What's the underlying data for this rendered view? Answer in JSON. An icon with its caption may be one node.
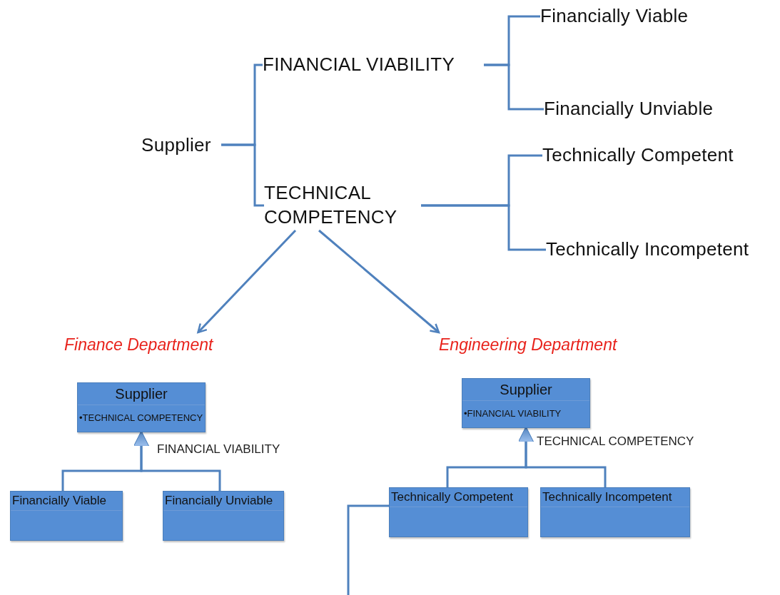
{
  "diagram": {
    "nodes": [
      {
        "text": [
          "Supplier"
        ]
      },
      {
        "text": [
          "FINANCIAL VIABILITY"
        ]
      },
      {
        "text": [
          "TECHNICAL COMPETENCY"
        ]
      },
      {
        "text": [
          "Financially Viable"
        ]
      },
      {
        "text": [
          "Financially Unviable"
        ]
      },
      {
        "text": [
          "Technically Competent"
        ]
      },
      {
        "text": [
          "Technically Incompetent"
        ]
      },
      {
        "text": [
          "Finance Department"
        ]
      },
      {
        "text": [
          "Engineering Department"
        ]
      },
      {
        "text": [
          "Supplier",
          "•TECHNICAL COMPETENCY"
        ]
      },
      {
        "text": [
          "Financially Viable"
        ]
      },
      {
        "text": [
          "Financially Unviable"
        ]
      },
      {
        "text": [
          "Supplier",
          "•FINANCIAL VIABILITY"
        ]
      },
      {
        "text": [
          "Technically Competent"
        ]
      },
      {
        "text": [
          "Technically Incompetent"
        ]
      }
    ],
    "edges": [
      {
        "from": 0,
        "to": 1,
        "arrow": "none"
      },
      {
        "from": 0,
        "to": 2,
        "arrow": "none"
      },
      {
        "from": 1,
        "to": 3,
        "arrow": "none"
      },
      {
        "from": 1,
        "to": 4,
        "arrow": "none"
      },
      {
        "from": 2,
        "to": 5,
        "arrow": "none"
      },
      {
        "from": 2,
        "to": 6,
        "arrow": "none"
      },
      {
        "from": 2,
        "to": 7,
        "arrow": "to"
      },
      {
        "from": 2,
        "to": 8,
        "arrow": "to"
      },
      {
        "from": 10,
        "to": 9,
        "arrow": "to"
      },
      {
        "from": 11,
        "to": 9,
        "arrow": "to"
      },
      {
        "from": 13,
        "to": 12,
        "arrow": "to"
      },
      {
        "from": 14,
        "to": 12,
        "arrow": "to"
      },
      {
        "from": 13,
        "to": null,
        "arrow": "none"
      }
    ],
    "labels": [
      "FINANCIAL VIABILITY",
      "TECHNICAL COMPETENCY"
    ]
  }
}
